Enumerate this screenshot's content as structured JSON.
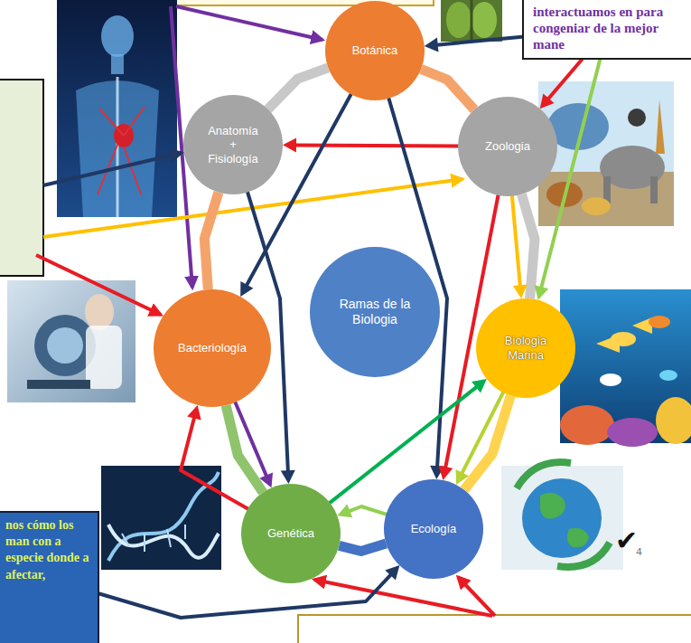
{
  "diagram": {
    "nodes": [
      {
        "text": [
          "interactuamos en para congeniar de la mejor mane"
        ]
      },
      {
        "text": [
          "Botánica"
        ]
      },
      {
        "text": [
          "Anatomía + Fisiología"
        ]
      },
      {
        "text": [
          "Zoologia"
        ]
      },
      {
        "text": [
          "Ramas de la Biologia"
        ]
      },
      {
        "text": [
          "Bacteriología"
        ]
      },
      {
        "text": [
          "Biologia Marina"
        ]
      },
      {
        "text": [
          "nos cómo los man con a especie donde a afectar,"
        ]
      },
      {
        "text": [
          "Genética"
        ]
      },
      {
        "text": [
          "Ecología"
        ]
      }
    ],
    "edges": [
      {
        "from": 0,
        "to": 1,
        "arrow": "to"
      },
      {
        "from": 0,
        "to": 3,
        "arrow": "to"
      },
      {
        "from": 0,
        "to": 6,
        "arrow": "to"
      },
      {
        "from": 3,
        "to": 2,
        "arrow": "to"
      },
      {
        "from": 1,
        "to": 5,
        "arrow": "to"
      },
      {
        "from": 1,
        "to": 9,
        "arrow": "to"
      },
      {
        "from": 2,
        "to": 8,
        "arrow": "to"
      },
      {
        "from": 3,
        "to": 9,
        "arrow": "to"
      },
      {
        "from": 3,
        "to": 6,
        "arrow": "to"
      },
      {
        "from": 5,
        "to": 8,
        "arrow": "to"
      },
      {
        "from": 8,
        "to": 5,
        "arrow": "to"
      },
      {
        "from": 8,
        "to": 6,
        "arrow": "to"
      },
      {
        "from": 9,
        "to": 8,
        "arrow": "to"
      },
      {
        "from": 6,
        "to": 9,
        "arrow": "to"
      },
      {
        "from": 7,
        "to": 9,
        "arrow": "to"
      },
      {
        "from": 1,
        "to": 2,
        "arrow": "none"
      },
      {
        "from": 1,
        "to": 3,
        "arrow": "none"
      },
      {
        "from": 2,
        "to": 5,
        "arrow": "none"
      },
      {
        "from": 3,
        "to": 6,
        "arrow": "none"
      },
      {
        "from": 5,
        "to": 8,
        "arrow": "none"
      },
      {
        "from": 8,
        "to": 9,
        "arrow": "none"
      },
      {
        "from": 9,
        "to": 6,
        "arrow": "none"
      }
    ],
    "labels": [
      "✔",
      "4"
    ]
  }
}
